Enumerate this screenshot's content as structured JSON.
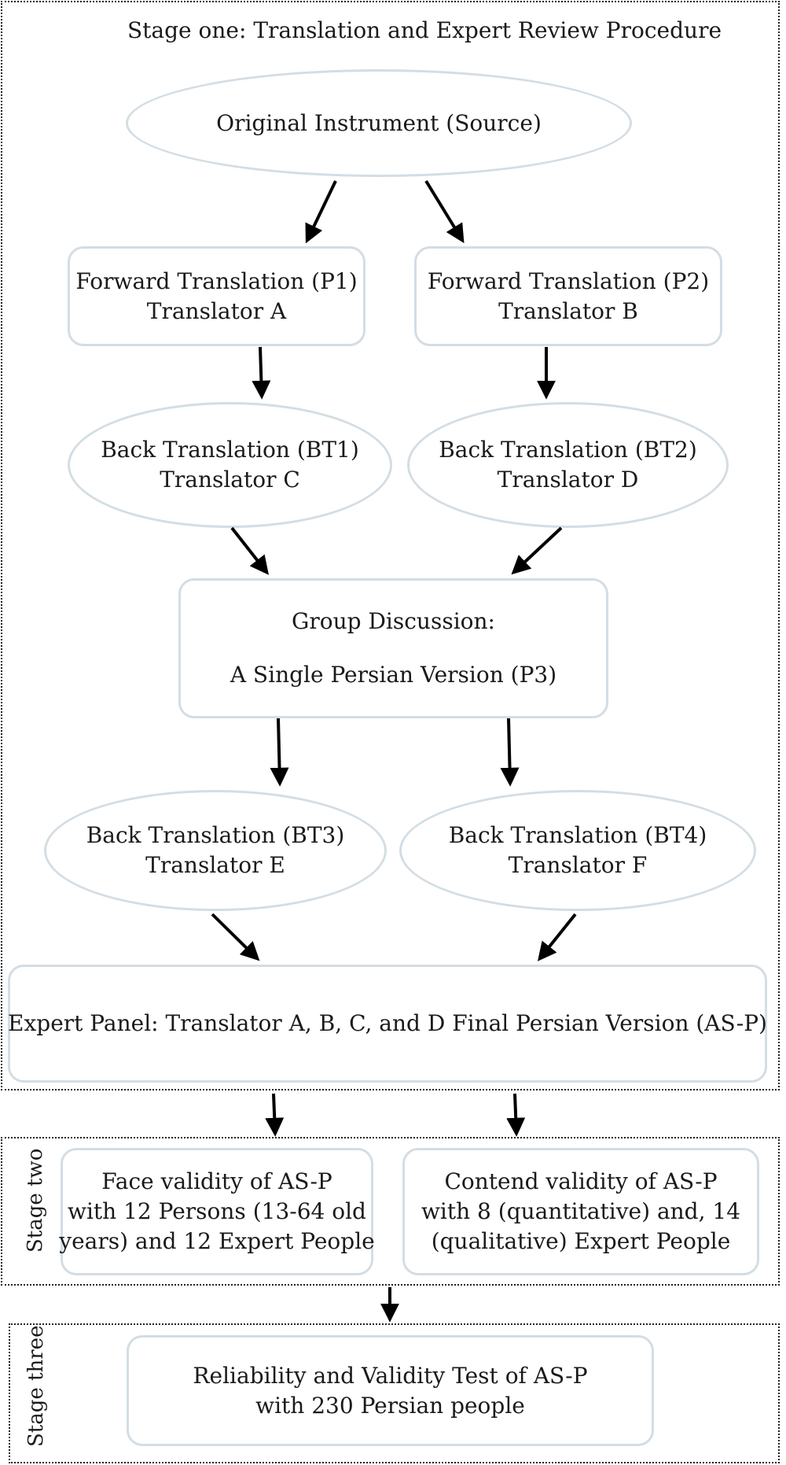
{
  "stage_one": {
    "title": "Stage one: Translation and Expert Review Procedure",
    "source": "Original Instrument (Source)",
    "forward_1": [
      "Forward Translation (P1)",
      "Translator A"
    ],
    "forward_2": [
      "Forward Translation (P2)",
      "Translator B"
    ],
    "back_1": [
      "Back Translation (BT1)",
      "Translator C"
    ],
    "back_2": [
      "Back Translation (BT2)",
      "Translator D"
    ],
    "group": [
      "Group Discussion:",
      "A Single Persian Version (P3)"
    ],
    "back_3": [
      "Back Translation (BT3)",
      "Translator E"
    ],
    "back_4": [
      "Back Translation (BT4)",
      "Translator F"
    ],
    "expert_panel": "Expert Panel: Translator A, B, C, and D Final Persian Version (AS-P)"
  },
  "stage_two": {
    "label": "Stage two",
    "face_validity": [
      "Face validity of AS-P",
      "with 12 Persons (13-64 old",
      "years) and 12 Expert People"
    ],
    "content_validity": [
      "Contend validity of AS-P",
      "with 8 (quantitative) and, 14",
      "(qualitative) Expert People"
    ]
  },
  "stage_three": {
    "label": "Stage three",
    "reliability": [
      "Reliability and Validity Test of AS-P",
      "with 230 Persian people"
    ]
  }
}
